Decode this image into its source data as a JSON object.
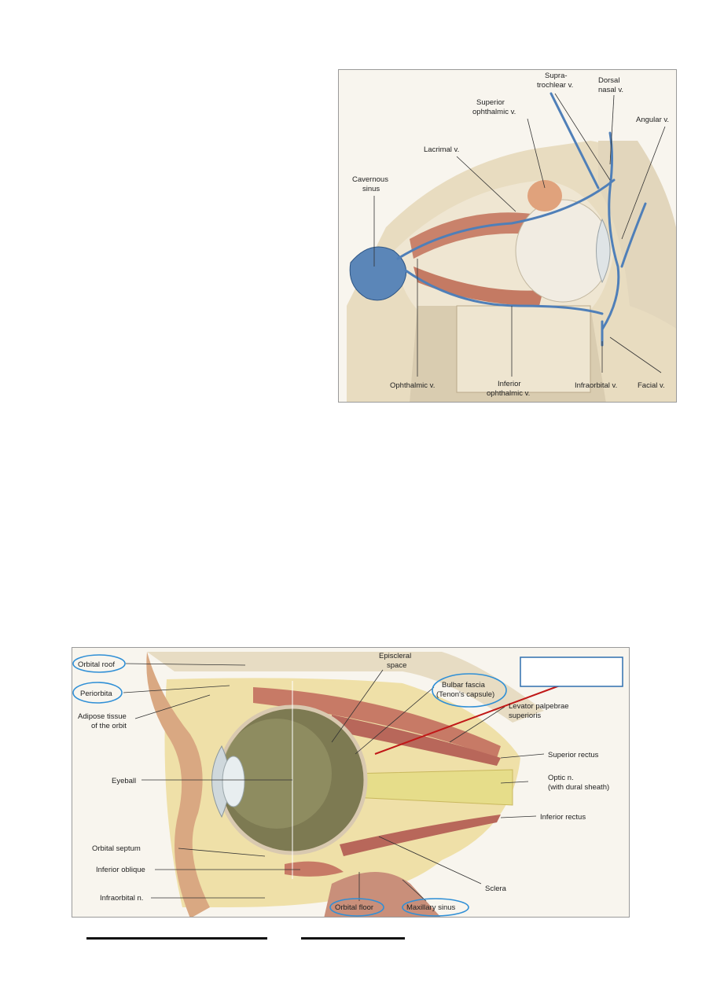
{
  "figure1": {
    "labels": {
      "supratrochlear_1": "Supra-",
      "supratrochlear_2": "trochlear v.",
      "dorsal_nasal_1": "Dorsal",
      "dorsal_nasal_2": "nasal v.",
      "superior_ophthalmic_1": "Superior",
      "superior_ophthalmic_2": "ophthalmic v.",
      "angular": "Angular v.",
      "lacrimal": "Lacrimal v.",
      "cavernous_1": "Cavernous",
      "cavernous_2": "sinus",
      "ophthalmic": "Ophthalmic v.",
      "inferior_ophthalmic_1": "Inferior",
      "inferior_ophthalmic_2": "ophthalmic v.",
      "infraorbital": "Infraorbital v.",
      "facial": "Facial v."
    }
  },
  "figure2": {
    "labels": {
      "orbital_roof": "Orbital roof",
      "periorbita": "Periorbita",
      "adipose_1": "Adipose tissue",
      "adipose_2": "of the orbit",
      "eyeball": "Eyeball",
      "orbital_septum": "Orbital septum",
      "inferior_oblique": "Inferior oblique",
      "infraorbital_n": "Infraorbital n.",
      "episcleral_1": "Episcleral",
      "episcleral_2": "space",
      "bulbar_1": "Bulbar fascia",
      "bulbar_2": "(Tenon's capsule)",
      "levator_1": "Levator palpebrae",
      "levator_2": "superioris",
      "superior_rectus": "Superior rectus",
      "optic_1": "Optic n.",
      "optic_2": "(with dural sheath)",
      "inferior_rectus": "Inferior rectus",
      "sclera": "Sclera",
      "orbital_floor": "Orbital floor",
      "maxillary_sinus": "Maxillary sinus"
    },
    "highlight_color": "#2f8fd6",
    "annotation_line_color": "#c01818"
  }
}
